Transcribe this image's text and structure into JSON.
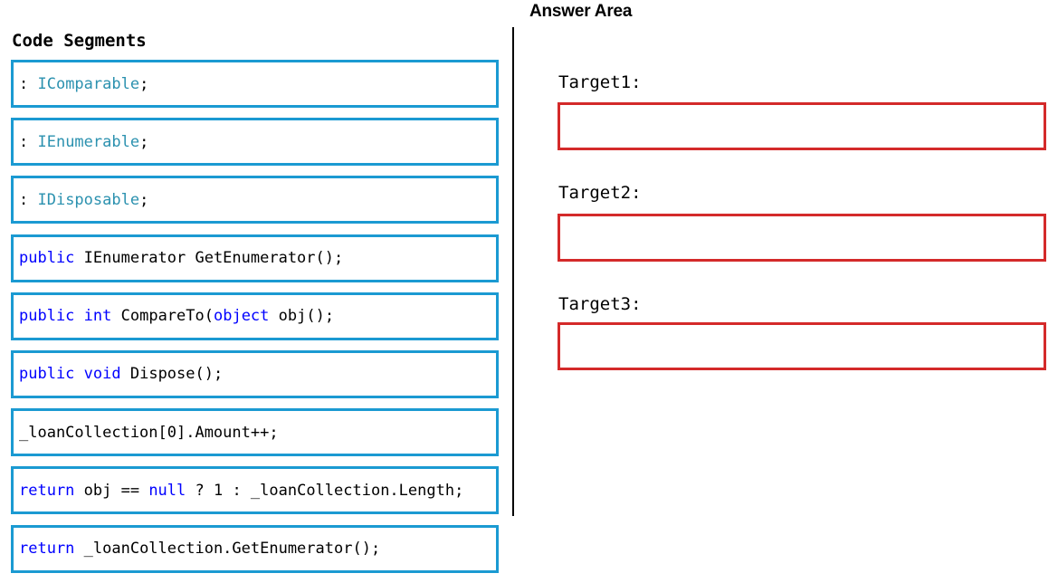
{
  "answer_area": {
    "title": "Answer Area",
    "targets": [
      {
        "label": "Target1:"
      },
      {
        "label": "Target2:"
      },
      {
        "label": "Target3:"
      }
    ]
  },
  "code_segments": {
    "title": "Code Segments",
    "items": [
      {
        "parts": [
          {
            "t": ": ",
            "c": "plain"
          },
          {
            "t": "IComparable",
            "c": "iface"
          },
          {
            "t": ";",
            "c": "plain"
          }
        ]
      },
      {
        "parts": [
          {
            "t": ": ",
            "c": "plain"
          },
          {
            "t": "IEnumerable",
            "c": "iface"
          },
          {
            "t": ";",
            "c": "plain"
          }
        ]
      },
      {
        "parts": [
          {
            "t": ": ",
            "c": "plain"
          },
          {
            "t": "IDisposable",
            "c": "iface"
          },
          {
            "t": ";",
            "c": "plain"
          }
        ]
      },
      {
        "parts": [
          {
            "t": "public",
            "c": "kw"
          },
          {
            "t": " IEnumerator GetEnumerator();",
            "c": "plain"
          }
        ]
      },
      {
        "parts": [
          {
            "t": "public",
            "c": "kw"
          },
          {
            "t": " ",
            "c": "plain"
          },
          {
            "t": "int",
            "c": "kw"
          },
          {
            "t": " CompareTo(",
            "c": "plain"
          },
          {
            "t": "object",
            "c": "kw"
          },
          {
            "t": " obj();",
            "c": "plain"
          }
        ]
      },
      {
        "parts": [
          {
            "t": "public",
            "c": "kw"
          },
          {
            "t": " ",
            "c": "plain"
          },
          {
            "t": "void",
            "c": "kw"
          },
          {
            "t": " Dispose();",
            "c": "plain"
          }
        ]
      },
      {
        "parts": [
          {
            "t": "_loanCollection[0].Amount++;",
            "c": "plain"
          }
        ]
      },
      {
        "parts": [
          {
            "t": "return",
            "c": "kw"
          },
          {
            "t": " obj == ",
            "c": "plain"
          },
          {
            "t": "null",
            "c": "kw"
          },
          {
            "t": " ? 1 : _loanCollection.Length;",
            "c": "plain"
          }
        ]
      },
      {
        "parts": [
          {
            "t": "return",
            "c": "kw"
          },
          {
            "t": " _loanCollection.GetEnumerator();",
            "c": "plain"
          }
        ]
      }
    ]
  },
  "colors": {
    "segment_border": "#1b9ad2",
    "target_border": "#d42a2a",
    "keyword": "#0000ff",
    "interface_type": "#2b91af"
  }
}
